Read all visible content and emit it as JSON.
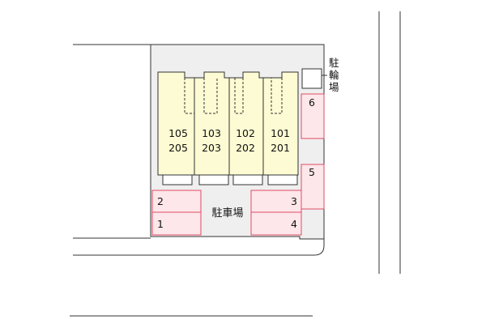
{
  "units": [
    {
      "ground": "105",
      "upper": "205"
    },
    {
      "ground": "103",
      "upper": "203"
    },
    {
      "ground": "102",
      "upper": "202"
    },
    {
      "ground": "101",
      "upper": "201"
    }
  ],
  "parking_slots": [
    "1",
    "2",
    "3",
    "4",
    "5",
    "6"
  ],
  "parking_area_label": "駐車場",
  "bicycle_parking": {
    "chars": [
      "駐",
      "輪",
      "場"
    ]
  },
  "colors": {
    "lot": "#efefef",
    "building": "#fdfbd3",
    "parking_fill": "#fde7ea",
    "parking_stroke": "#e04b65",
    "line": "#333333"
  }
}
